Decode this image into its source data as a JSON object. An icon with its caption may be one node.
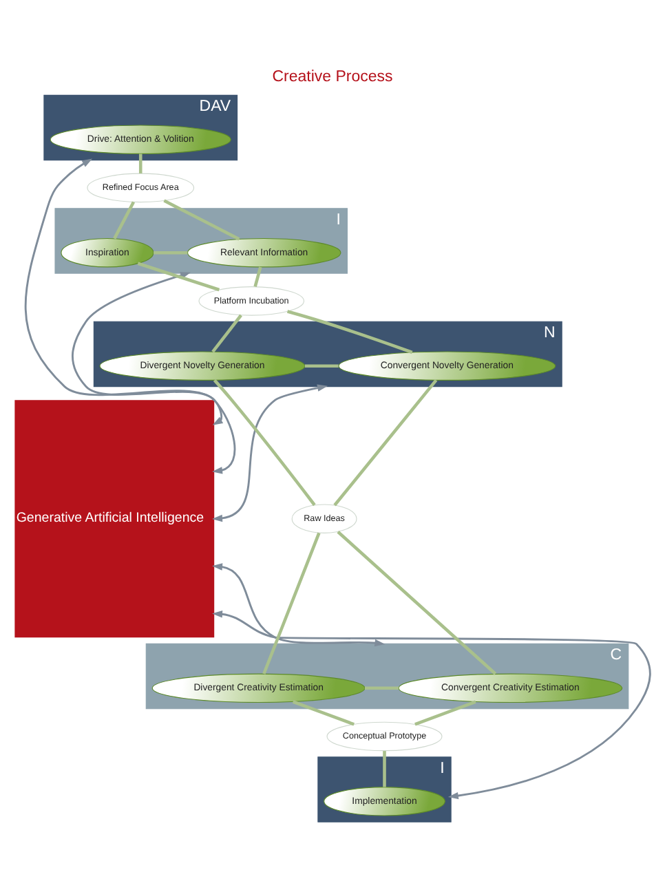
{
  "diagram": {
    "title": "Creative Process",
    "nodes": [
      {
        "text": [
          "Generative Artificial Intelligence"
        ]
      },
      {
        "text": [
          "DAV"
        ]
      },
      {
        "text": [
          "Drive: Attention & Volition"
        ],
        "in": 1
      },
      {
        "text": [
          "Refined Focus Area"
        ]
      },
      {
        "text": [
          "I"
        ]
      },
      {
        "text": [
          "Relevant Information"
        ],
        "in": 4
      },
      {
        "text": [
          "Inspiration"
        ],
        "in": 4
      },
      {
        "text": [
          "Platform Incubation"
        ]
      },
      {
        "text": [
          "N"
        ]
      },
      {
        "text": [
          "Convergent Novelty Generation"
        ],
        "in": 8
      },
      {
        "text": [
          "Divergent Novelty Generation"
        ],
        "in": 8
      },
      {
        "text": [
          "Raw Ideas"
        ]
      },
      {
        "text": [
          "C"
        ]
      },
      {
        "text": [
          "Convergent Creativity Estimation"
        ],
        "in": 12
      },
      {
        "text": [
          "Divergent Creativity Estimation"
        ],
        "in": 12
      },
      {
        "text": [
          "Conceptual Prototype"
        ]
      },
      {
        "text": [
          "I"
        ]
      },
      {
        "text": [
          "Implementation"
        ],
        "in": 16
      }
    ],
    "edges": [
      {
        "from": 0,
        "to": 1,
        "arrow": "both",
        "color": "#7f8c9a"
      },
      {
        "from": 0,
        "to": 4,
        "arrow": "both",
        "color": "#7f8c9a"
      },
      {
        "from": 0,
        "to": 8,
        "arrow": "both",
        "color": "#7f8c9a"
      },
      {
        "from": 0,
        "to": 12,
        "arrow": "both",
        "color": "#7f8c9a"
      },
      {
        "from": 0,
        "to": 16,
        "arrow": "both",
        "color": "#7f8c9a"
      },
      {
        "from": 2,
        "to": 3,
        "arrow": "none"
      },
      {
        "from": 3,
        "to": 5,
        "arrow": "none"
      },
      {
        "from": 3,
        "to": 6,
        "arrow": "none"
      },
      {
        "from": 5,
        "to": 6,
        "arrow": "none"
      },
      {
        "from": 5,
        "to": 7,
        "arrow": "none"
      },
      {
        "from": 6,
        "to": 7,
        "arrow": "none"
      },
      {
        "from": 7,
        "to": 9,
        "arrow": "none"
      },
      {
        "from": 7,
        "to": 10,
        "arrow": "none"
      },
      {
        "from": 9,
        "to": 10,
        "arrow": "none"
      },
      {
        "from": 9,
        "to": 11,
        "arrow": "none"
      },
      {
        "from": 10,
        "to": 11,
        "arrow": "none"
      },
      {
        "from": 11,
        "to": 13,
        "arrow": "none"
      },
      {
        "from": 11,
        "to": 14,
        "arrow": "none"
      },
      {
        "from": 13,
        "to": 14,
        "arrow": "none"
      },
      {
        "from": 13,
        "to": 15,
        "arrow": "none"
      },
      {
        "from": 14,
        "to": 15,
        "arrow": "none"
      },
      {
        "from": 15,
        "to": 17,
        "arrow": "none"
      }
    ]
  }
}
